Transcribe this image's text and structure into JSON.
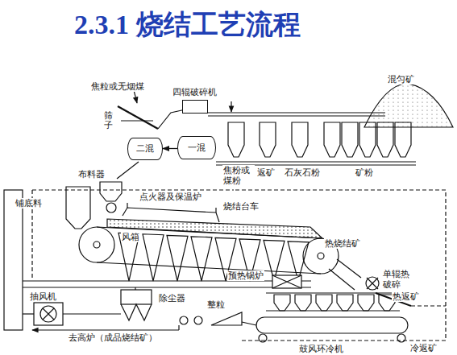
{
  "diagram": {
    "title": "2.3.1 烧结工艺流程",
    "nodes": [
      {
        "text": [
          "四辊破碎机"
        ]
      },
      {
        "text": [
          "一混"
        ]
      },
      {
        "text": [
          "二混"
        ]
      }
    ],
    "edges": [
      {
        "from": 1,
        "to": 2,
        "arrow": "to"
      }
    ],
    "labels": [
      "混匀矿",
      "焦粒或无烟煤",
      "筛子",
      "焦粉或煤粉",
      "返矿",
      "石灰石粉",
      "矿粉",
      "铺底料",
      "布料器",
      "点火器及保温炉",
      "烧结台车",
      "风箱",
      "热烧结矿",
      "单辊热破碎",
      "热返矿",
      "预热锅炉",
      "抽风机",
      "除尘器",
      "整粒",
      "鼓风环冷机",
      "去高炉（成品烧结矿）",
      "冷返矿"
    ]
  }
}
